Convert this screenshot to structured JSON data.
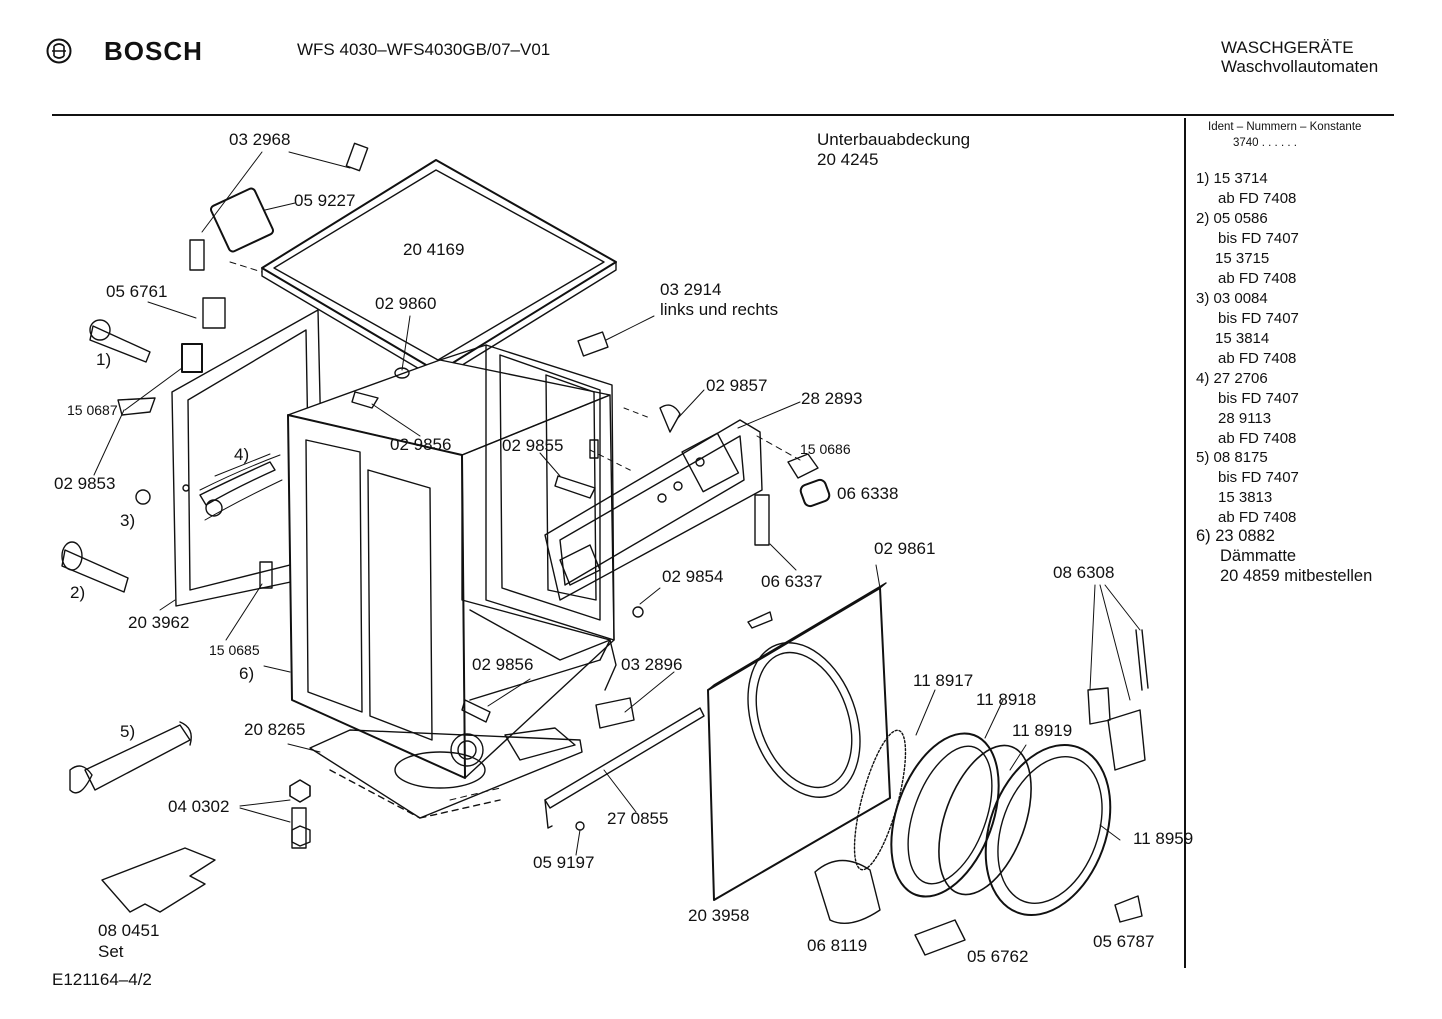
{
  "header": {
    "brand": "BOSCH",
    "model": "WFS 4030–WFS4030GB/07–V01",
    "category_line1": "WASCHGERÄTE",
    "category_line2": "Waschvollautomaten"
  },
  "callout_labels": {
    "p032968": "03 2968",
    "p059227": "05 9227",
    "p204169": "20 4169",
    "p056761": "05 6761",
    "n1": "1)",
    "p150687": "15 0687",
    "p029860": "02 9860",
    "p032914": "03 2914",
    "links_rechts": "links und rechts",
    "unterbau": "Unterbauabdeckung",
    "p204245": "20 4245",
    "p029857": "02 9857",
    "p282893": "28 2893",
    "n4": "4)",
    "p029856a": "02 9856",
    "p029855": "02 9855",
    "p150686": "15 0686",
    "p029853": "02 9853",
    "n3": "3)",
    "p066338": "06 6338",
    "n2": "2)",
    "p203962": "20 3962",
    "p150685": "15 0685",
    "n6": "6)",
    "p029854": "02 9854",
    "p066337": "06 6337",
    "p029861": "02 9861",
    "p086308": "08 6308",
    "p029856b": "02 9856",
    "p032896": "03 2896",
    "n5": "5)",
    "p208265": "20 8265",
    "p118917": "11 8917",
    "p118918": "11 8918",
    "p118919": "11 8919",
    "p040302": "04 0302",
    "p270855": "27 0855",
    "p118959": "11 8959",
    "p059197": "05 9197",
    "p203958": "20 3958",
    "p080451": "08  0451",
    "set": "Set",
    "p068119": "06 8119",
    "p056762": "05 6762",
    "p056787": "05 6787"
  },
  "side_panel": {
    "heading": "Ident – Nummern – Konstante",
    "constant": "3740  .  .  .  .  .  .",
    "lines": [
      "1) 15 3714",
      "     ab FD 7408",
      "2)  05 0586",
      "     bis FD 7407",
      "     15 3715",
      "     ab FD 7408",
      "3)  03 0084",
      "     bis FD 7407",
      "     15 3814",
      "     ab FD 7408",
      "4)  27 2706",
      "     bis FD 7407",
      "     28 9113",
      "     ab FD 7408",
      "5)  08 8175",
      "     bis FD 7407",
      "     15 3813",
      "     ab FD 7408"
    ],
    "note_lines": [
      "6) 23 0882",
      "    Dämmatte",
      "    20 4859 mitbestellen"
    ]
  },
  "footer": {
    "drawing_code": "E121164–4/2"
  }
}
